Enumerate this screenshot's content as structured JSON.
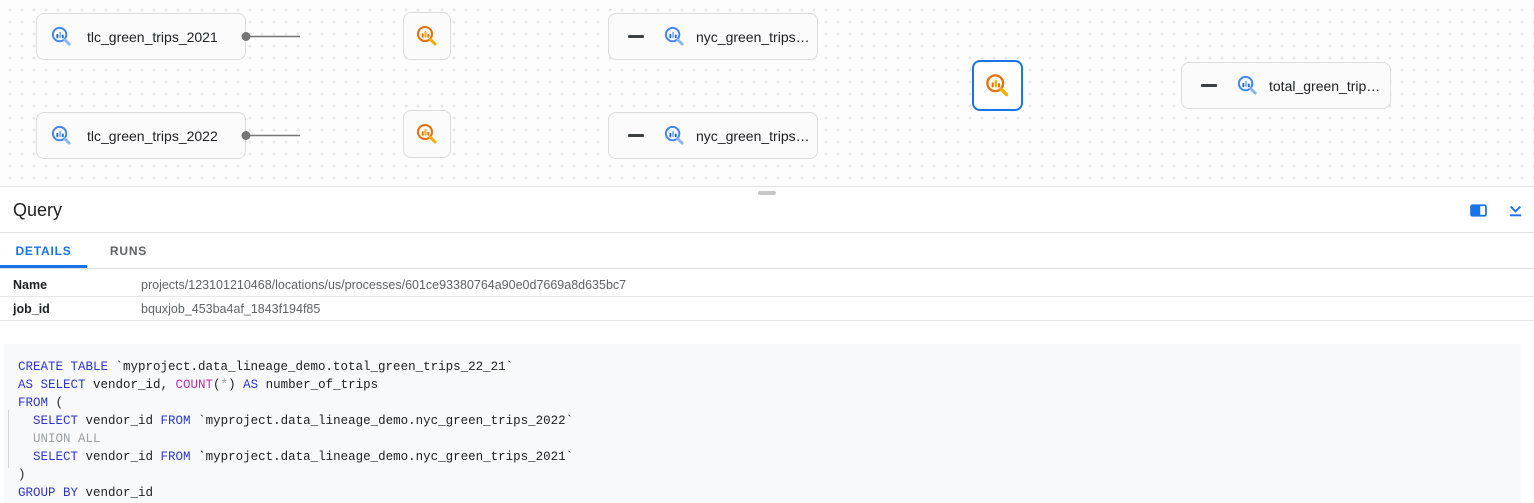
{
  "colors": {
    "accent_blue": "#1a73e8",
    "edge_gray": "#757575",
    "table_icon_blue": "#4285f4",
    "process_icon_orange": "#e8710a",
    "sql_keyword": "#2d35d0",
    "sql_function": "#c02cb0",
    "sql_muted": "#9aa0a6"
  },
  "graph": {
    "tables": [
      {
        "label": "tlc_green_trips_2021",
        "icon": "bigquery-table-icon"
      },
      {
        "label": "tlc_green_trips_2022",
        "icon": "bigquery-table-icon"
      },
      {
        "label": "nyc_green_trips…",
        "icon": "bigquery-table-icon",
        "collapse_control": true
      },
      {
        "label": "nyc_green_trips…",
        "icon": "bigquery-table-icon",
        "collapse_control": true
      },
      {
        "label": "total_green_trip…",
        "icon": "bigquery-table-icon",
        "collapse_control": true
      }
    ],
    "processes": [
      {
        "icon": "bigquery-process-icon",
        "selected": false
      },
      {
        "icon": "bigquery-process-icon",
        "selected": false
      },
      {
        "icon": "bigquery-process-icon",
        "selected": true
      }
    ]
  },
  "panel": {
    "title": "Query",
    "actions": [
      {
        "icon": "split-view-icon"
      },
      {
        "icon": "collapse-panel-icon"
      }
    ],
    "tabs": [
      {
        "label": "DETAILS",
        "active": true
      },
      {
        "label": "RUNS",
        "active": false
      }
    ],
    "details": [
      {
        "label": "Name",
        "value": "projects/123101210468/locations/us/processes/601ce93380764a90e0d7669a8d635bc7"
      },
      {
        "label": "job_id",
        "value": "bquxjob_453ba4af_1843f194f85"
      }
    ],
    "sql": {
      "lines": [
        [
          [
            "kw",
            "CREATE TABLE"
          ],
          [
            "p",
            " `myproject.data_lineage_demo.total_green_trips_22_21`"
          ]
        ],
        [
          [
            "kw",
            "AS SELECT"
          ],
          [
            "p",
            " vendor_id, "
          ],
          [
            "fn",
            "COUNT"
          ],
          [
            "p",
            "("
          ],
          [
            "m",
            "*"
          ],
          [
            "p",
            ") "
          ],
          [
            "kw",
            "AS"
          ],
          [
            "p",
            " number_of_trips"
          ]
        ],
        [
          [
            "kw",
            "FROM"
          ],
          [
            "p",
            " ("
          ]
        ],
        [
          [
            "p",
            "  "
          ],
          [
            "kw",
            "SELECT"
          ],
          [
            "p",
            " vendor_id "
          ],
          [
            "kw",
            "FROM"
          ],
          [
            "p",
            " `myproject.data_lineage_demo.nyc_green_trips_2022`"
          ]
        ],
        [
          [
            "p",
            "  "
          ],
          [
            "m",
            "UNION ALL"
          ]
        ],
        [
          [
            "p",
            "  "
          ],
          [
            "kw",
            "SELECT"
          ],
          [
            "p",
            " vendor_id "
          ],
          [
            "kw",
            "FROM"
          ],
          [
            "p",
            " `myproject.data_lineage_demo.nyc_green_trips_2021`"
          ]
        ],
        [
          [
            "p",
            ")"
          ]
        ],
        [
          [
            "kw",
            "GROUP BY"
          ],
          [
            "p",
            " vendor_id"
          ]
        ]
      ]
    }
  }
}
